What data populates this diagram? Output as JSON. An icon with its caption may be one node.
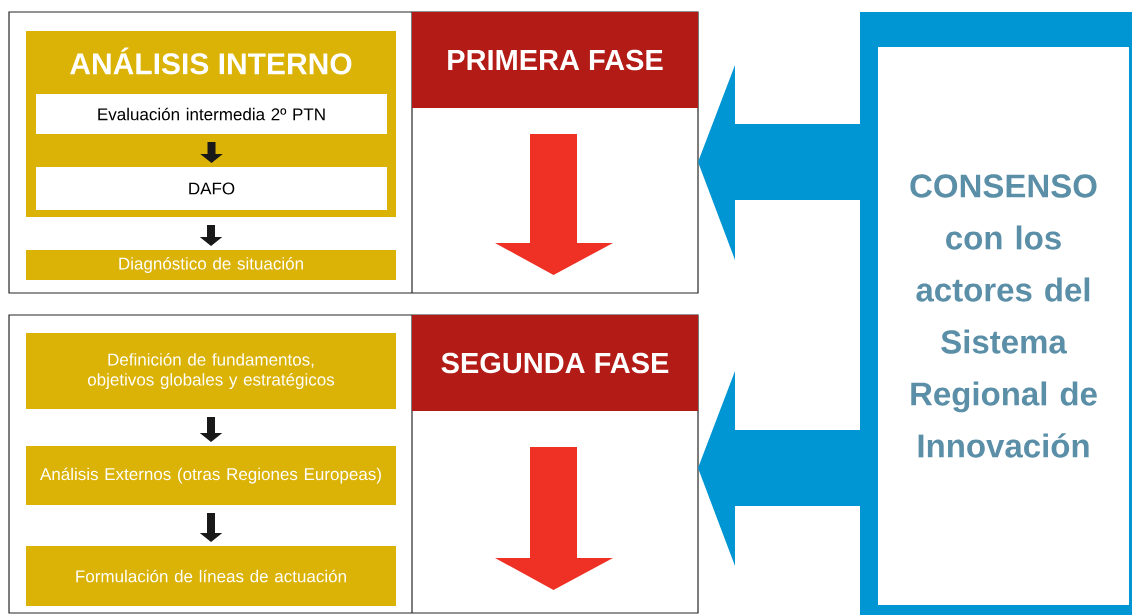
{
  "diagram": {
    "nodes": [
      {
        "text": [],
        "shape": "box"
      },
      {
        "text": [
          "ANÁLISIS INTERNO"
        ],
        "in": 0
      },
      {
        "text": [
          "Evaluación intermedia 2º PTN"
        ],
        "in": 1
      },
      {
        "text": [
          "DAFO"
        ],
        "in": 1
      },
      {
        "text": [
          "Diagnóstico de situación"
        ],
        "in": 0
      },
      {
        "text": [
          "PRIMERA FASE"
        ],
        "in": 0
      },
      {
        "text": [],
        "shape": "box"
      },
      {
        "text": [
          "Definición de fundamentos, objetivos globales y estratégicos"
        ],
        "in": 6
      },
      {
        "text": [
          "Análisis Externos (otras Regiones Europeas)"
        ],
        "in": 6
      },
      {
        "text": [
          "Formulación de líneas de actuación"
        ],
        "in": 6
      },
      {
        "text": [
          "SEGUNDA FASE"
        ],
        "in": 6
      },
      {
        "text": [
          "CONSENSO con los actores del Sistema Regional de Innovación"
        ]
      }
    ],
    "edges": [
      {
        "from": 2,
        "to": 3,
        "arrow": "to"
      },
      {
        "from": 1,
        "to": 4,
        "arrow": "to"
      },
      {
        "from": 7,
        "to": 8,
        "arrow": "to"
      },
      {
        "from": 8,
        "to": 9,
        "arrow": "to"
      },
      {
        "from": 11,
        "to": 0,
        "arrow": "to",
        "style": "thick",
        "color": "#0095d3"
      },
      {
        "from": 11,
        "to": 6,
        "arrow": "to",
        "style": "thick",
        "color": "#0095d3"
      }
    ]
  }
}
